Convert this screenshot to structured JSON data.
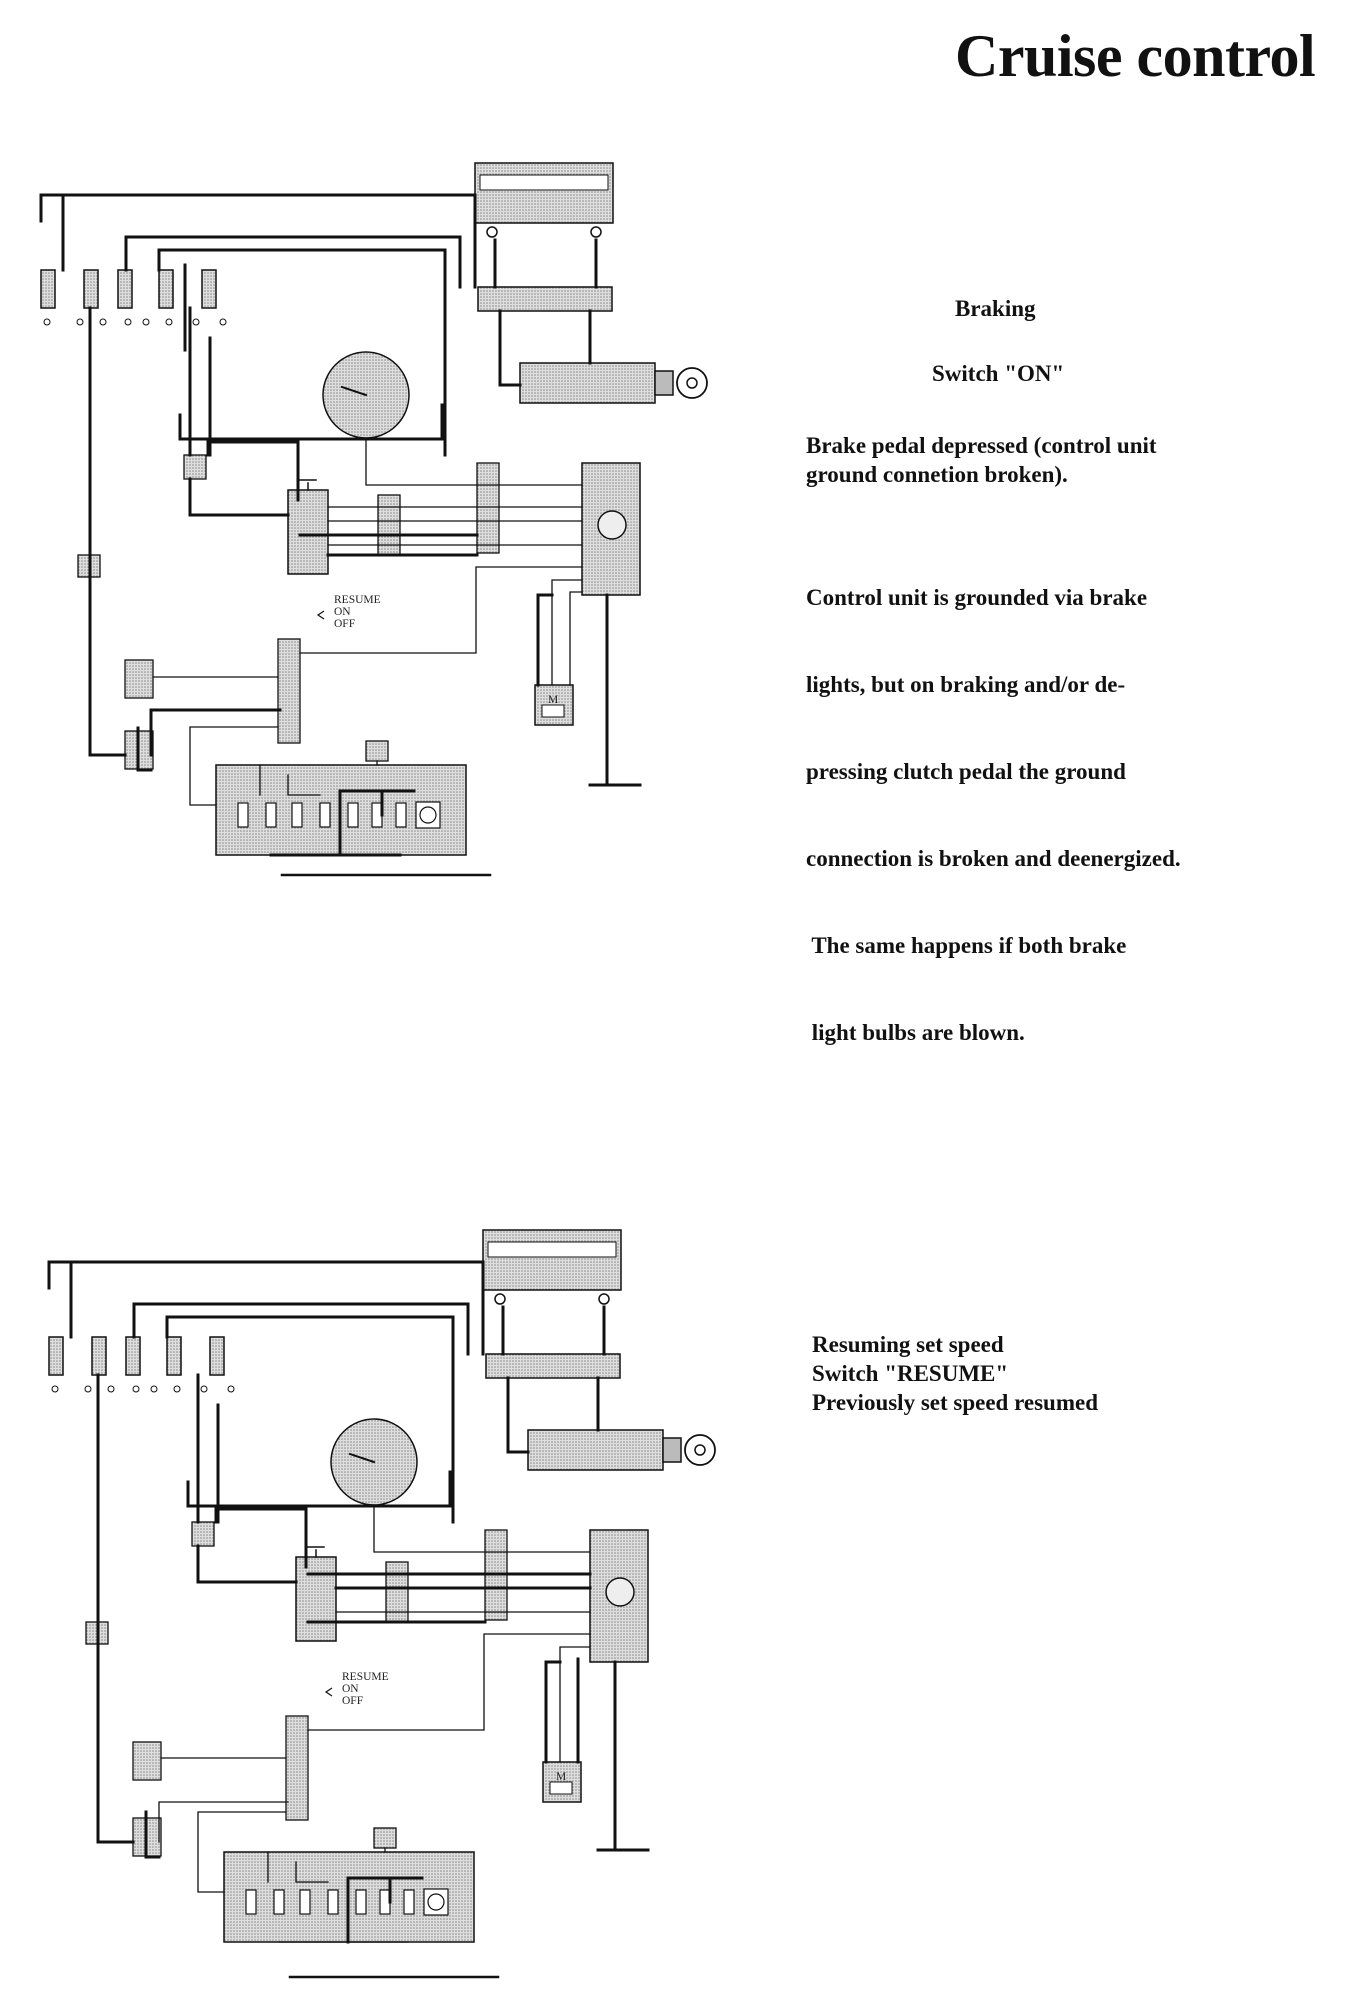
{
  "title": "Cruise control",
  "sections": [
    {
      "heading": "Braking",
      "subheading": "Switch \"ON\"",
      "paragraphs": [
        [
          "Brake pedal depressed (control unit",
          "ground connetion broken)."
        ],
        [
          "Control unit is grounded via brake",
          "lights, but on braking and/or de-",
          "pressing clutch pedal the ground",
          "connection is broken and deenergized.",
          " The same happens if both brake",
          " light bulbs are blown."
        ]
      ],
      "switch_positions": [
        "RESUME",
        "ON",
        "OFF"
      ],
      "motor_label": "M"
    },
    {
      "lines": [
        "Resuming set speed",
        "Switch \"RESUME\"",
        "Previously set speed resumed"
      ],
      "switch_positions": [
        "RESUME",
        "ON",
        "OFF"
      ],
      "motor_label": "M"
    }
  ],
  "colors": {
    "ink": "#111111",
    "shade": "#cfcfcf"
  },
  "diagram_components": [
    "battery",
    "fuse-box",
    "ignition-switch",
    "speedometer",
    "cruise-switch",
    "connector",
    "control-unit",
    "vacuum-pump-motor",
    "brake-light-switch",
    "clutch-pedal-switch",
    "lighting-cluster"
  ]
}
